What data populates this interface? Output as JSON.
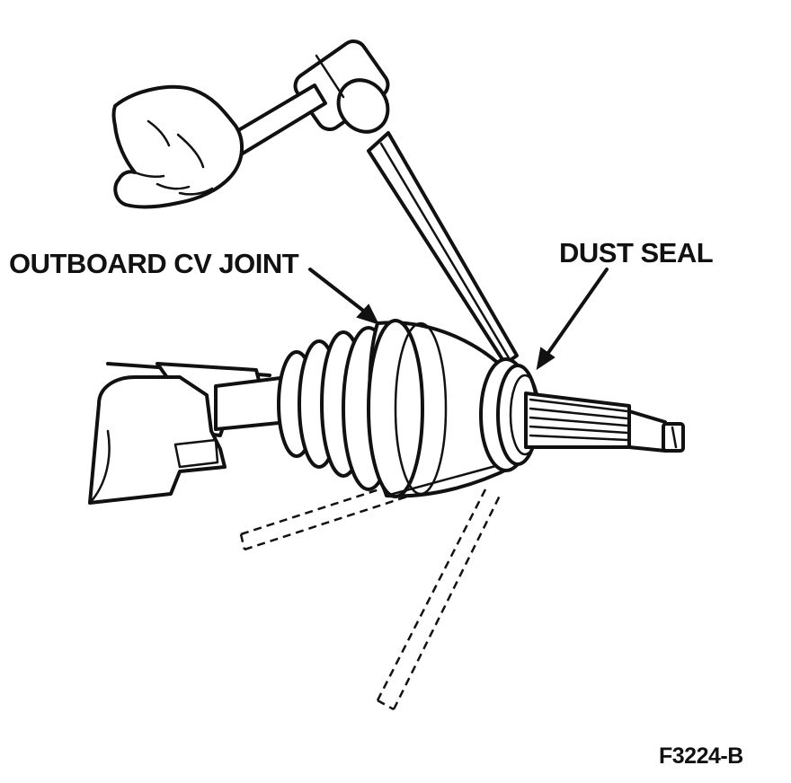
{
  "labels": {
    "outboard_cv_joint": "OUTBOARD CV JOINT",
    "dust_seal": "DUST SEAL",
    "figure_id": "F3224-B"
  }
}
